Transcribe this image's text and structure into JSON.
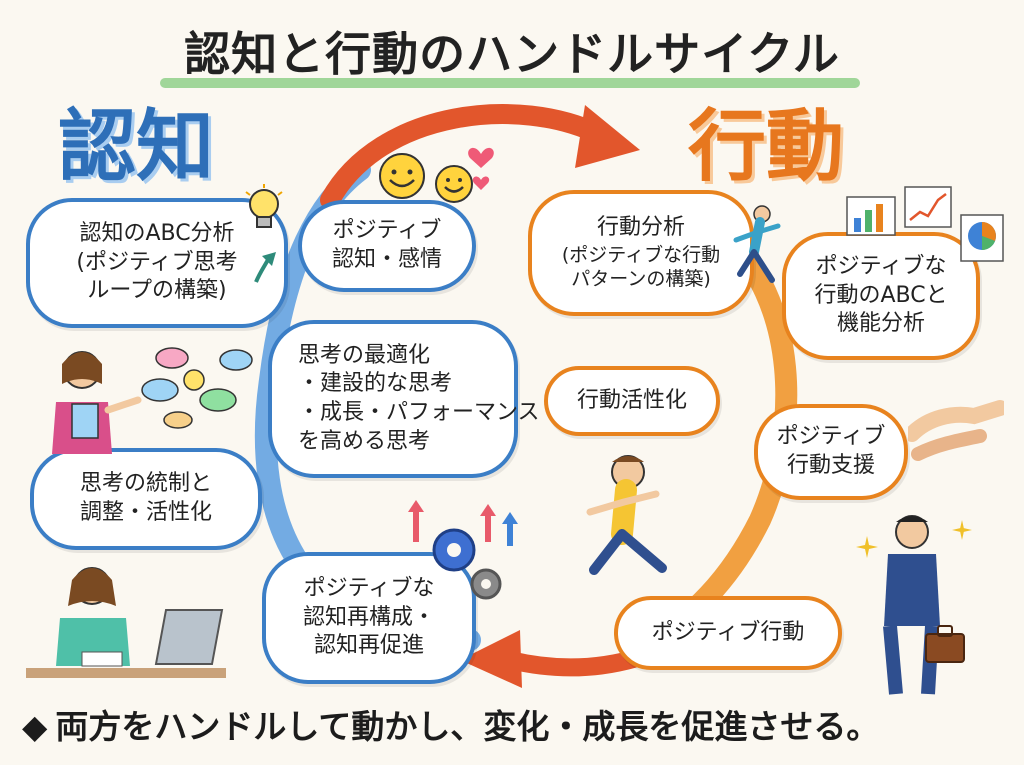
{
  "title": "認知と行動のハンドルサイクル",
  "headings": {
    "cognition": "認知",
    "action": "行動"
  },
  "cognition_bubbles": {
    "abc_analysis": {
      "lines": [
        "認知のABC分析",
        "(ポジティブ思考",
        "ループの構築)"
      ]
    },
    "positive_emotion": {
      "lines": [
        "ポジティブ",
        "認知・感情"
      ]
    },
    "optimization": {
      "lines": [
        "思考の最適化",
        "・建設的な思考",
        "・成長・パフォーマンス",
        "を高める思考"
      ]
    },
    "control": {
      "lines": [
        "思考の統制と",
        "調整・活性化"
      ]
    },
    "restructuring": {
      "lines": [
        "ポジティブな",
        "認知再構成・",
        "認知再促進"
      ]
    }
  },
  "action_bubbles": {
    "behavior_analysis": {
      "lines": [
        "行動分析",
        "(ポジティブな行動",
        "パターンの構築)"
      ]
    },
    "abc_function": {
      "lines": [
        "ポジティブな",
        "行動のABCと",
        "機能分析"
      ]
    },
    "activation": {
      "lines": [
        "行動活性化"
      ]
    },
    "support": {
      "lines": [
        "ポジティブ",
        "行動支援"
      ]
    },
    "positive_action": {
      "lines": [
        "ポジティブ行動"
      ]
    }
  },
  "footer": {
    "marker": "◆",
    "text": "両方をハンドルして動かし、変化・成長を促進させる。"
  },
  "colors": {
    "cognition_blue": "#3b7ec6",
    "action_orange": "#e8831e",
    "underline_green": "#8fd08a",
    "arrow_red": "#e2562c"
  },
  "icons": [
    "lightbulb-icon",
    "smiley-icon",
    "heart-icon",
    "running-person-icon",
    "bar-chart-icon",
    "line-chart-icon",
    "pie-chart-icon",
    "handshake-icon",
    "gear-icon",
    "up-arrow-icon",
    "sparkle-icon",
    "thought-bubbles-icon",
    "laptop-icon",
    "briefcase-icon"
  ]
}
